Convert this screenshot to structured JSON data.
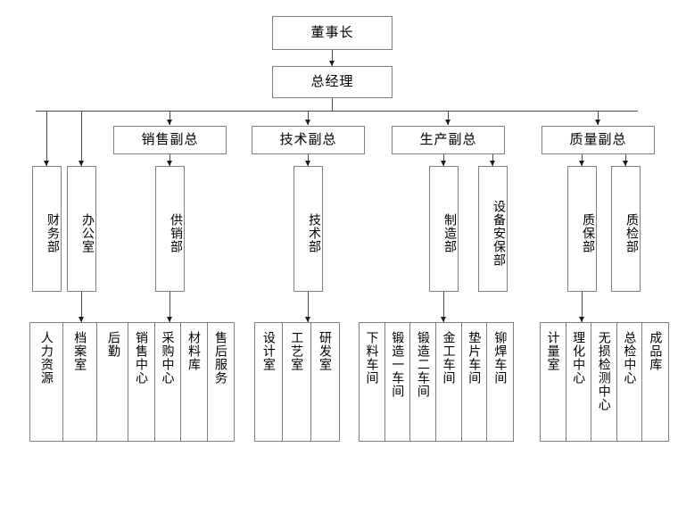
{
  "diagram": {
    "title_box": {
      "label": "董事长"
    },
    "level2": {
      "label": "总经理"
    },
    "vps": [
      {
        "label": "销售副总"
      },
      {
        "label": "技术副总"
      },
      {
        "label": "生产副总"
      },
      {
        "label": "质量副总"
      }
    ],
    "direct_departments": [
      {
        "label": "财务部"
      },
      {
        "label": "办公室"
      }
    ],
    "departments": {
      "sales": [
        {
          "label": "供销部"
        }
      ],
      "technology": [
        {
          "label": "技术部"
        }
      ],
      "production": [
        {
          "label": "制造部"
        },
        {
          "label": "设备安保部"
        }
      ],
      "quality": [
        {
          "label": "质保部"
        },
        {
          "label": "质检部"
        }
      ]
    },
    "units": {
      "office": [
        {
          "label": "人力资源"
        },
        {
          "label": "档案室"
        },
        {
          "label": "后勤"
        }
      ],
      "sales": [
        {
          "label": "销售中心"
        },
        {
          "label": "采购中心"
        },
        {
          "label": "材料库"
        },
        {
          "label": "售后服务"
        }
      ],
      "technology": [
        {
          "label": "设计室"
        },
        {
          "label": "工艺室"
        },
        {
          "label": "研发室"
        }
      ],
      "production": [
        {
          "label": "下料车间"
        },
        {
          "label": "锻造一车间"
        },
        {
          "label": "锻造二车间"
        },
        {
          "label": "金工车间"
        },
        {
          "label": "垫片车间"
        },
        {
          "label": "铆焊车间"
        }
      ],
      "quality": [
        {
          "label": "计量室"
        },
        {
          "label": "理化中心"
        },
        {
          "label": "无损检测中心"
        },
        {
          "label": "总检中心"
        },
        {
          "label": "成品库"
        }
      ]
    },
    "colors": {
      "box_border": "#808080",
      "line": "#4d4d4d",
      "background": "#ffffff",
      "text": "#000000"
    }
  }
}
